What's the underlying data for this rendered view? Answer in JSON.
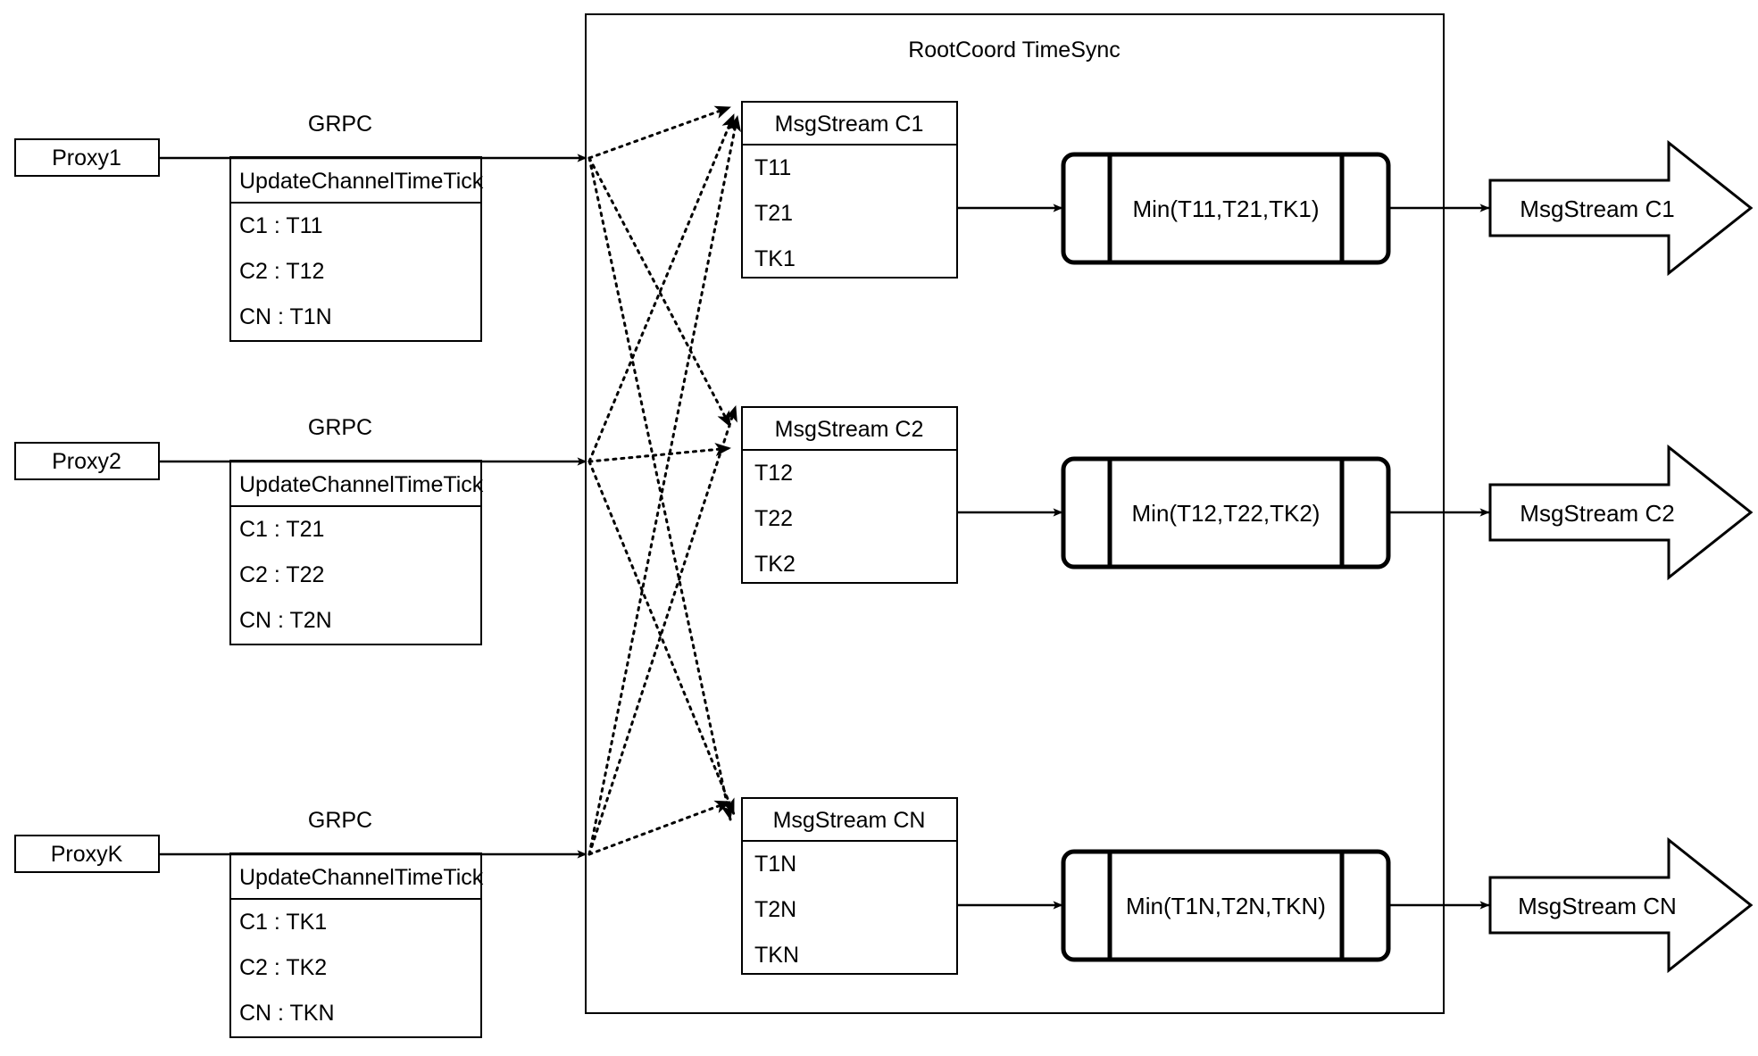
{
  "diagram": {
    "title": "RootCoord TimeSync",
    "container_label": "RootCoord TimeSync"
  },
  "proxies": [
    {
      "name": "Proxy1",
      "link_label": "GRPC",
      "rpc_title": "UpdateChannelTimeTick",
      "rows": [
        "C1 :  T11",
        "C2 :  T12",
        "CN : T1N"
      ]
    },
    {
      "name": "Proxy2",
      "link_label": "GRPC",
      "rpc_title": "UpdateChannelTimeTick",
      "rows": [
        "C1 :  T21",
        "C2 :  T22",
        "CN : T2N"
      ]
    },
    {
      "name": "ProxyK",
      "link_label": "GRPC",
      "rpc_title": "UpdateChannelTimeTick",
      "rows": [
        "C1 :  TK1",
        "C2 :  TK2",
        "CN : TKN"
      ]
    }
  ],
  "channels": [
    {
      "stream_title": "MsgStream C1",
      "ticks": [
        "T11",
        "T21",
        "TK1"
      ],
      "min_label": "Min(T11,T21,TK1)",
      "output_label": "MsgStream C1"
    },
    {
      "stream_title": "MsgStream C2",
      "ticks": [
        "T12",
        "T22",
        "TK2"
      ],
      "min_label": "Min(T12,T22,TK2)",
      "output_label": "MsgStream C2"
    },
    {
      "stream_title": "MsgStream CN",
      "ticks": [
        "T1N",
        "T2N",
        "TKN"
      ],
      "min_label": "Min(T1N,T2N,TKN)",
      "output_label": "MsgStream CN"
    }
  ],
  "colors": {
    "stroke": "#000000",
    "fill": "#ffffff",
    "background": "#ffffff"
  }
}
